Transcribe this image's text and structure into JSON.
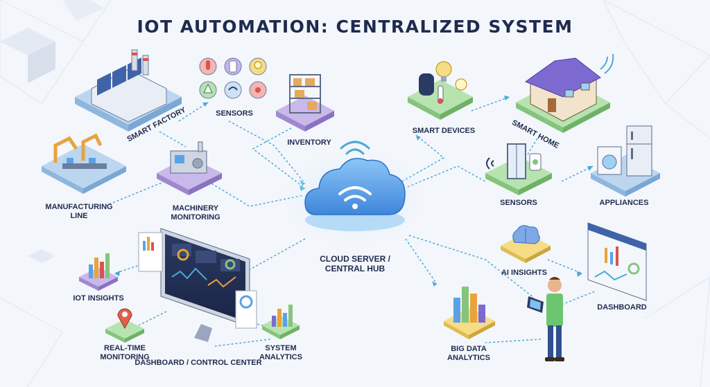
{
  "title": "IOT AUTOMATION: CENTRALIZED SYSTEM",
  "labels": {
    "smart_factory": "SMART FACTORY",
    "sensors_left": "SENSORS",
    "inventory": "INVENTORY",
    "manufacturing_line": "MANUFACTURING\nLINE",
    "machinery_monitoring": "MACHINERY\nMONITORING",
    "cloud_hub": "CLOUD SERVER /\nCENTRAL HUB",
    "smart_devices": "SMART DEVICES",
    "smart_home": "SMART HOME",
    "sensors_right": "SENSORS",
    "appliances": "APPLIANCES",
    "iot_insights": "IOT INSIGHTS",
    "realtime_monitoring": "REAL-TIME\nMONITORING",
    "dashboard_control_center": "DASHBOARD / CONTROL CENTER",
    "system_analytics": "SYSTEM\nANALYTICS",
    "ai_insights": "AI INSIGHTS",
    "dashboard": "DASHBOARD",
    "big_data_analytics": "BIG DATA\nANALYTICS"
  },
  "colors": {
    "title": "#1f2b4d",
    "connector": "#4aa9d6",
    "platform_blue": "#bcd6ef",
    "platform_purple": "#c9b8ea",
    "platform_green": "#b7e3b0",
    "platform_yellow": "#f6dc85",
    "cloud": "#5aa2e6"
  },
  "icons": [
    "factory-icon",
    "thermometer-icon",
    "door-icon",
    "bulb-icon",
    "alarm-icon",
    "wifi-icon",
    "radar-icon",
    "shelf-icon",
    "robot-arm-icon",
    "machine-icon",
    "cloud-wifi-icon",
    "speaker-icon",
    "house-icon",
    "window-sensor-icon",
    "washer-icon",
    "fridge-icon",
    "bar-chart-icon",
    "pin-icon",
    "monitor-icon",
    "brain-icon",
    "person-tablet-icon"
  ]
}
